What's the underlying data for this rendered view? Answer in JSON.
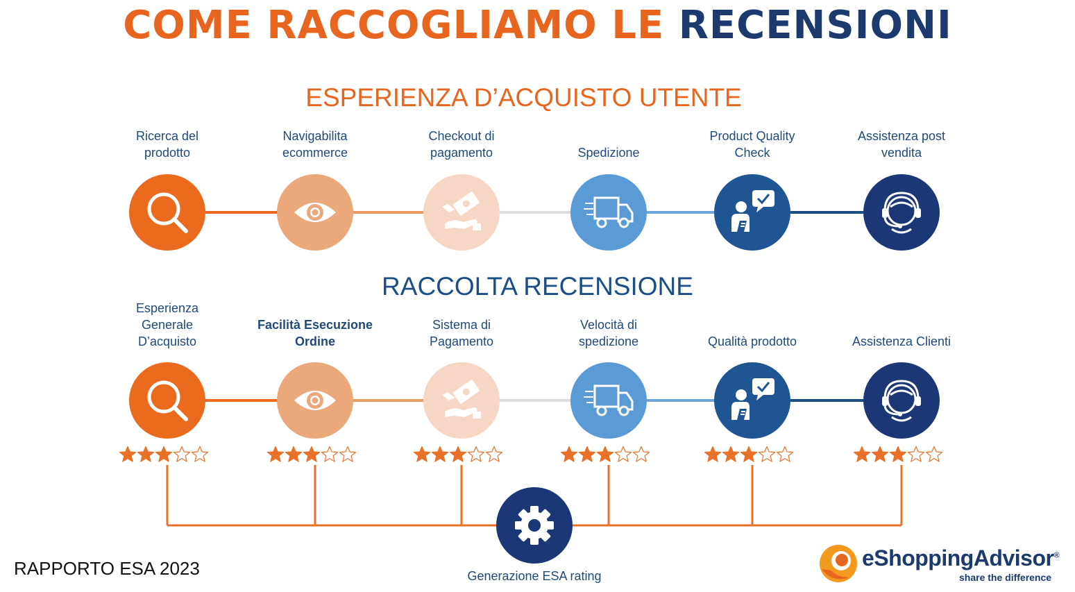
{
  "title": {
    "part1": "COME RACCOGLIAMO LE ",
    "part2": "RECENSIONI"
  },
  "section1": {
    "title": "ESPERIENZA D’ACQUISTO UTENTE"
  },
  "section2": {
    "title": "RACCOLTA RECENSIONE"
  },
  "row1": [
    {
      "label": "Ricerca del\nprodotto",
      "icon": "search-icon",
      "color": "#ea6a1e"
    },
    {
      "label": "Navigabilita\necommerce",
      "icon": "eye-icon",
      "color": "#eba87a"
    },
    {
      "label": "Checkout di\npagamento",
      "icon": "payment-icon",
      "color": "#f6d7c6"
    },
    {
      "label": "Spedizione",
      "icon": "truck-icon",
      "color": "#5b9bd5"
    },
    {
      "label": "Product Quality\nCheck",
      "icon": "quality-check-icon",
      "color": "#1f5592"
    },
    {
      "label": "Assistenza post\nvendita",
      "icon": "headset-icon",
      "color": "#1c3775"
    }
  ],
  "row2": [
    {
      "label": "Esperienza\nGenerale\nD’acquisto",
      "icon": "search-icon",
      "color": "#ea6a1e",
      "rating": 3,
      "max": 5
    },
    {
      "label": "Facilità Esecuzione\nOrdine",
      "icon": "eye-icon",
      "color": "#eba87a",
      "rating": 3,
      "max": 5
    },
    {
      "label": "Sistema di\nPagamento",
      "icon": "payment-icon",
      "color": "#f6d7c6",
      "rating": 3,
      "max": 5
    },
    {
      "label": "Velocità di\nspedizione",
      "icon": "truck-icon",
      "color": "#5b9bd5",
      "rating": 3,
      "max": 5
    },
    {
      "label": "Qualità prodotto",
      "icon": "quality-check-icon",
      "color": "#1f5592",
      "rating": 3,
      "max": 5
    },
    {
      "label": "Assistenza Clienti",
      "icon": "headset-icon",
      "color": "#1c3775",
      "rating": 3,
      "max": 5
    }
  ],
  "connectors": [
    "#ea6a1e",
    "#eb9a60",
    "#dddddd",
    "#6fa7dc",
    "#1f4e84"
  ],
  "hub": {
    "label": "Generazione ESA rating",
    "icon": "gear-icon",
    "color": "#1c3775"
  },
  "wire_color": "#e8712a",
  "footer": {
    "report": "RAPPORTO ESA 2023"
  },
  "logo": {
    "name": "eShoppingAdvisor",
    "registered": "®",
    "tagline": "share the difference"
  }
}
